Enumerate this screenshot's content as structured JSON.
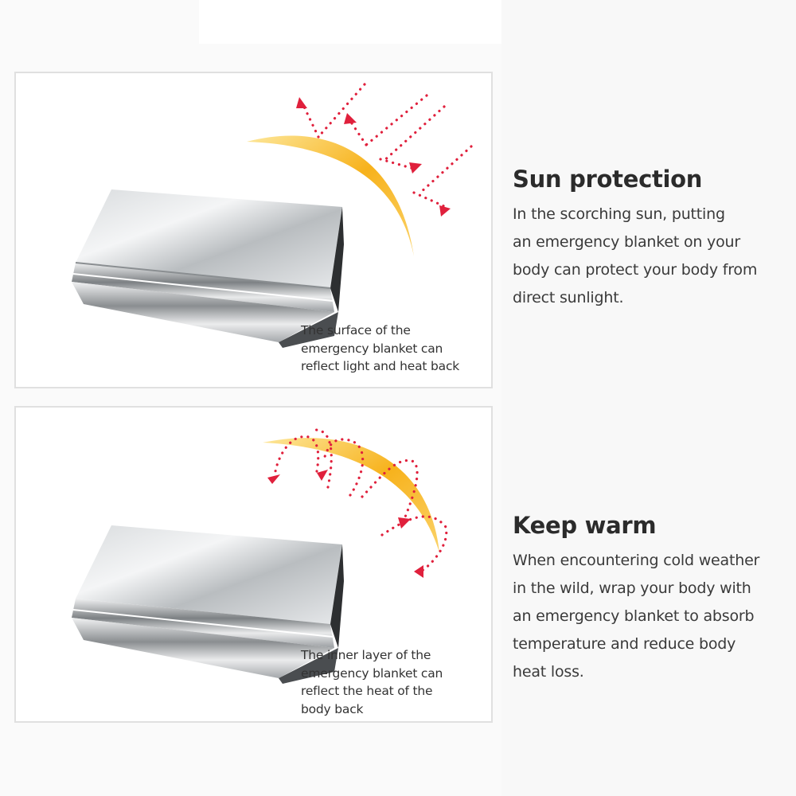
{
  "sections": [
    {
      "id": "sun",
      "heading": "Sun protection",
      "body_lines": [
        "In the scorching sun, putting",
        "an emergency blanket on your",
        "body can protect your body from",
        "direct sunlight."
      ],
      "illustration": {
        "caption": "The surface of the\nemergency blanket can\nreflect light and heat back",
        "icons": [
          "folded-silver-blanket",
          "sun-arc",
          "reflected-ray-arrows"
        ]
      }
    },
    {
      "id": "warm",
      "heading": "Keep warm",
      "body_lines": [
        "When encountering cold weather",
        "in the wild, wrap your body with",
        "an emergency blanket to absorb",
        "temperature and reduce body",
        "heat loss."
      ],
      "illustration": {
        "caption": "The inner layer of the\nemergency blanket can\nreflect the heat of the\nbody back",
        "icons": [
          "folded-silver-blanket",
          "warmth-arc",
          "curved-heat-arrows"
        ]
      }
    }
  ],
  "colors": {
    "arc": "#f7b21c",
    "arrows": "#e0203c",
    "panel_border": "#e0e0e0",
    "heading": "#2b2b2b",
    "text": "#3a3a3a"
  }
}
